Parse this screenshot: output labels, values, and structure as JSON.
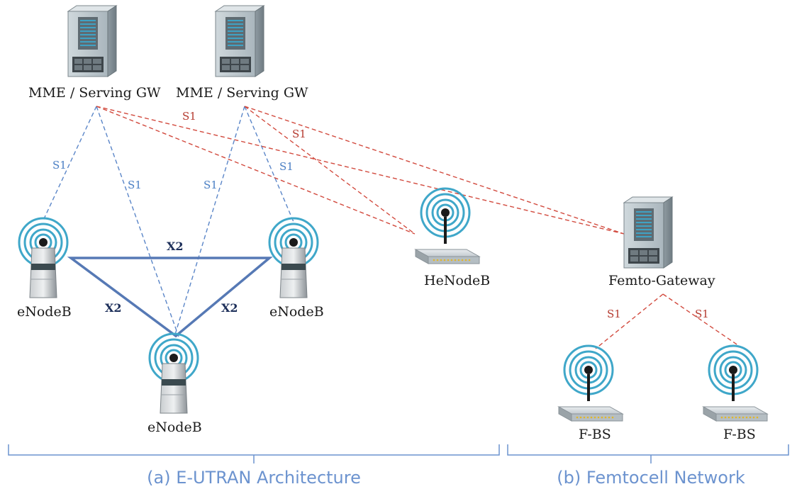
{
  "nodes": {
    "mme_left": "MME / Serving GW",
    "mme_right": "MME / Serving GW",
    "enb_left": "eNodeB",
    "enb_right": "eNodeB",
    "enb_bottom": "eNodeB",
    "henodeb": "HeNodeB",
    "femto_gateway": "Femto-Gateway",
    "fbs_left": "F-BS",
    "fbs_right": "F-BS"
  },
  "links": {
    "s1": "S1",
    "x2": "X2"
  },
  "captions": {
    "left": "(a) E-UTRAN Architecture",
    "right": "(b) Femtocell Network"
  },
  "colors": {
    "s1_blue": "#5b86c8",
    "s1_red": "#d24a3e",
    "x2": "#5679b5",
    "caption": "#6c93cf"
  }
}
